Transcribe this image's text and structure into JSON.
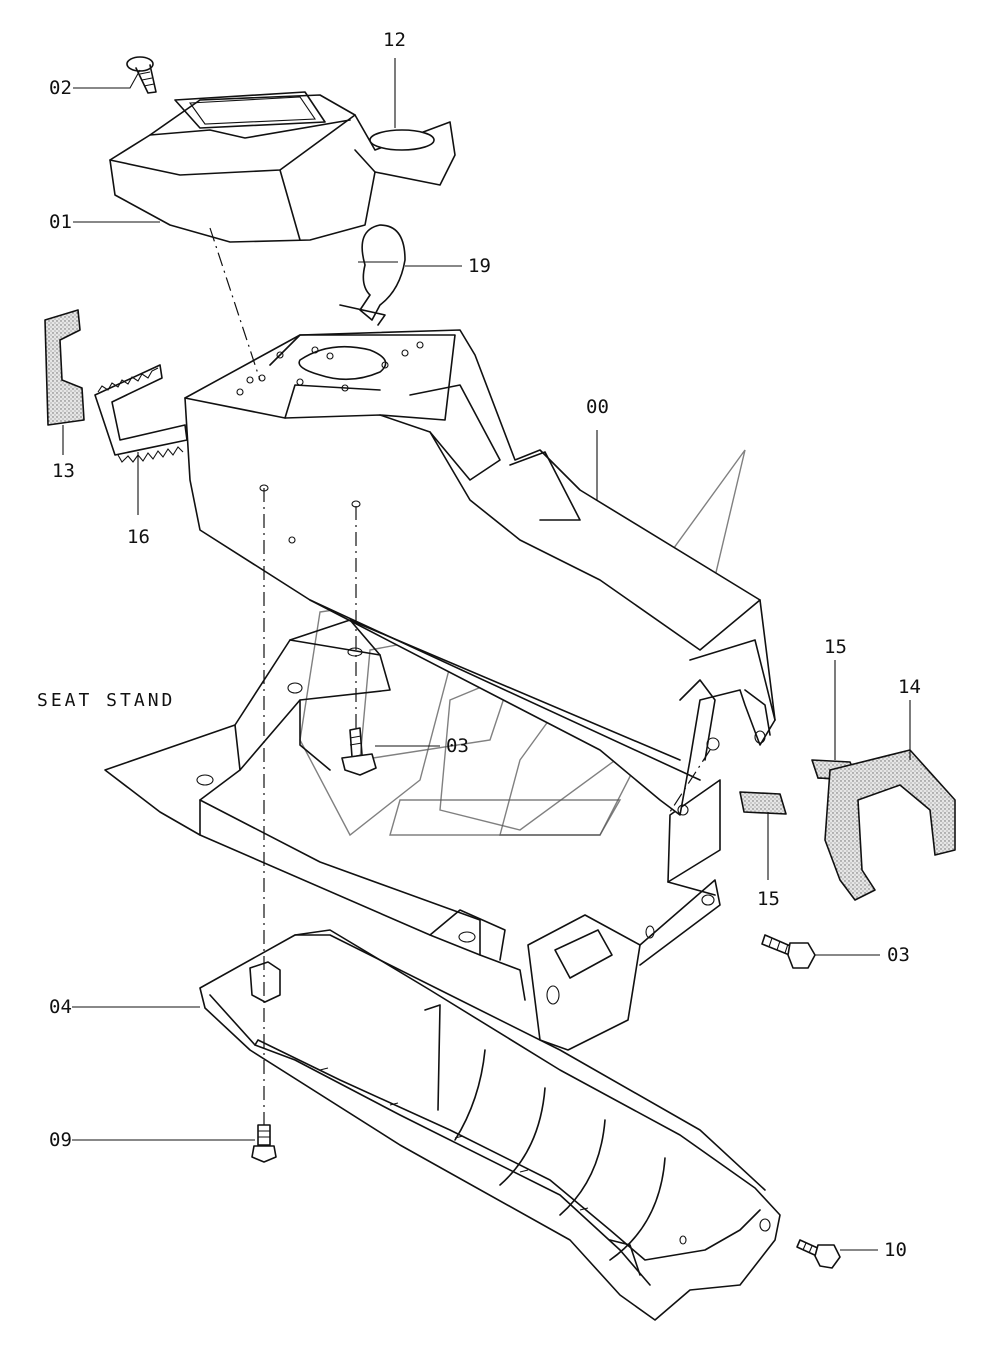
{
  "diagram": {
    "caption": "SEAT STAND",
    "callouts": {
      "c00": "00",
      "c01": "01",
      "c02": "02",
      "c03a": "03",
      "c03b": "03",
      "c04": "04",
      "c09": "09",
      "c10": "10",
      "c12": "12",
      "c13": "13",
      "c14": "14",
      "c15a": "15",
      "c15b": "15",
      "c16": "16",
      "c19": "19"
    }
  }
}
